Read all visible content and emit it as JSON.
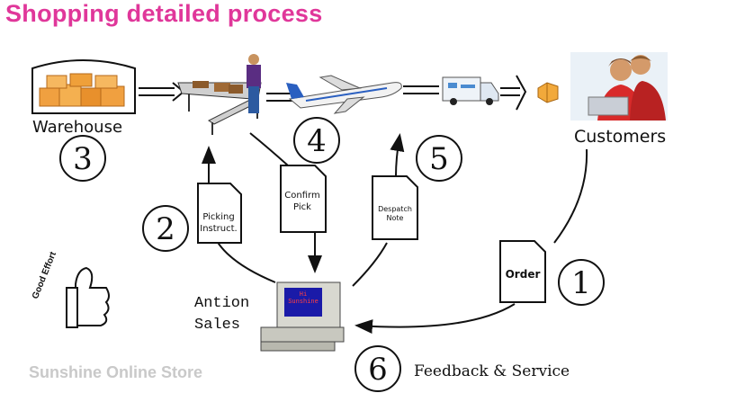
{
  "title": "Shopping detailed process",
  "nodes": {
    "warehouse": "Warehouse",
    "customers": "Customers",
    "sales_line1": "Antion",
    "sales_line2": "Sales",
    "feedback": "Feedback & Service"
  },
  "steps": [
    "1",
    "2",
    "3",
    "4",
    "5",
    "6"
  ],
  "documents": {
    "order": "Order",
    "picking": "Picking\nInstruct.",
    "confirm": "Confirm\nPick",
    "despatch": "Despatch\nNote"
  },
  "screen_text": {
    "line1": "Hi",
    "line2": "Sunshine"
  },
  "badge": "Good Effort",
  "watermark": "Sunshine Online Store",
  "colors": {
    "title": "#e0379a",
    "boxes": "#f0a040",
    "plane_tail": "#2a5fc0",
    "worker_shirt": "#5a2d82",
    "watermark": "#c9c9c9"
  },
  "icons": [
    "warehouse-boxes-icon",
    "conveyor-worker-icon",
    "airplane-icon",
    "delivery-van-icon",
    "parcel-icon",
    "customers-photo-icon",
    "computer-icon",
    "thumbs-up-icon"
  ]
}
